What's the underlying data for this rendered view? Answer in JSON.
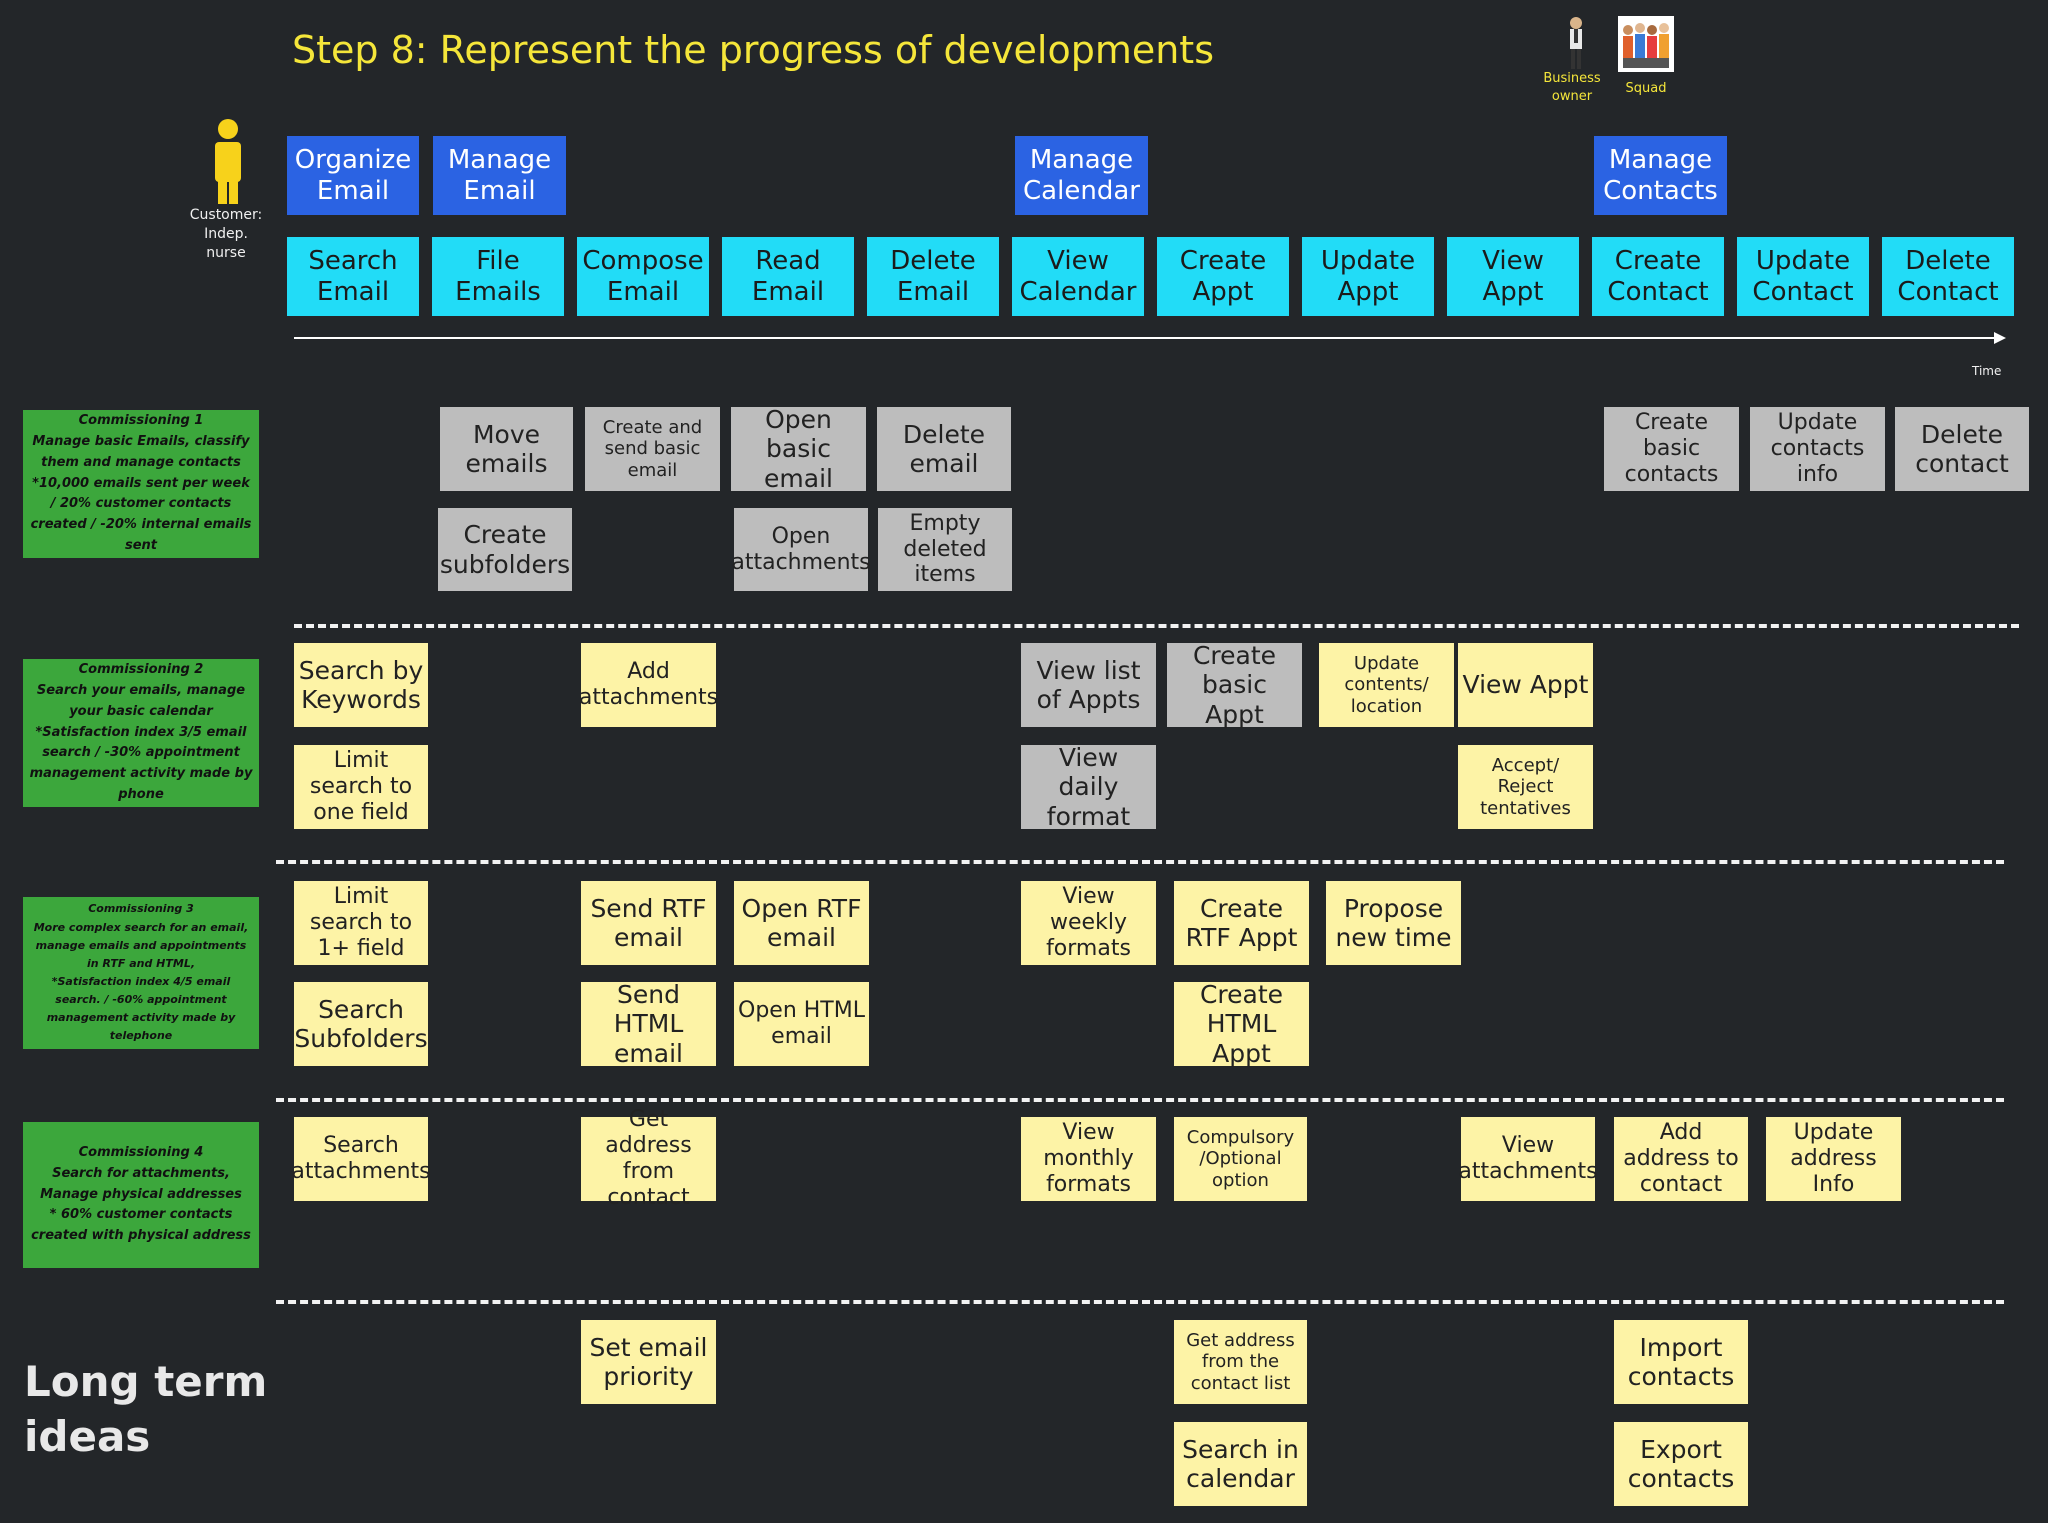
{
  "title": "Step 8: Represent the progress of developments",
  "personas": {
    "customer": "Customer: Indep. nurse",
    "business_owner": "Business owner",
    "squad": "Squad"
  },
  "time_label": "Time",
  "long_term_label": "Long term ideas",
  "activities": [
    "Organize Email",
    "Manage Email",
    "Manage Calendar",
    "Manage Contacts"
  ],
  "steps": [
    "Search Email",
    "File Emails",
    "Compose Email",
    "Read Email",
    "Delete Email",
    "View Calendar",
    "Create Appt",
    "Update Appt",
    "View Appt",
    "Create Contact",
    "Update Contact",
    "Delete Contact"
  ],
  "releases": [
    {
      "heading": "Commissioning 1",
      "lines": [
        "Manage basic Emails, classify them and manage contacts",
        "*10,000 emails sent per week / 20% customer contacts created / -20% internal emails sent"
      ],
      "cards": [
        "Move emails",
        "Create subfolders",
        "Create and send basic email",
        "Open basic email",
        "Open attachments",
        "Delete email",
        "Empty deleted items",
        "Create basic contacts",
        "Update contacts info",
        "Delete contact"
      ]
    },
    {
      "heading": "Commissioning 2",
      "lines": [
        "Search your emails, manage your basic calendar",
        "*Satisfaction index 3/5 email search / -30% appointment management activity made by phone"
      ],
      "cards": [
        "Search by Keywords",
        "Limit search to one field",
        "Add attachments",
        "View list of Appts",
        "View daily format",
        "Create basic Appt",
        "Update contents/ location",
        "View Appt",
        "Accept/ Reject tentatives"
      ]
    },
    {
      "heading": "Commissioning 3",
      "lines": [
        "More complex search for an email, manage emails and appointments in RTF and HTML,",
        "*Satisfaction index 4/5 email search. / -60% appointment management activity made by telephone"
      ],
      "cards": [
        "Limit search to 1+ field",
        "Search Subfolders",
        "Send RTF email",
        "Send HTML email",
        "Open RTF email",
        "Open HTML email",
        "View weekly formats",
        "Create RTF Appt",
        "Create HTML Appt",
        "Propose new time"
      ]
    },
    {
      "heading": "Commissioning 4",
      "lines": [
        "Search for attachments, Manage physical addresses",
        "* 60% customer contacts created with physical address"
      ],
      "cards": [
        "Search attachments",
        "Get address from contact",
        "View monthly formats",
        "Compulsory /Optional option",
        "View attachments",
        "Add address to contact",
        "Update address Info"
      ]
    }
  ],
  "long_term_cards": [
    "Set email priority",
    "Get address from the contact list",
    "Search in calendar",
    "Import contacts",
    "Export contacts"
  ],
  "colors": {
    "background": "#232629",
    "activity": "#2b63e3",
    "step": "#22dcf7",
    "delivered": "#bdbdbd",
    "planned": "#fdf3a6",
    "release": "#3ca73c",
    "title": "#f5e63a"
  }
}
